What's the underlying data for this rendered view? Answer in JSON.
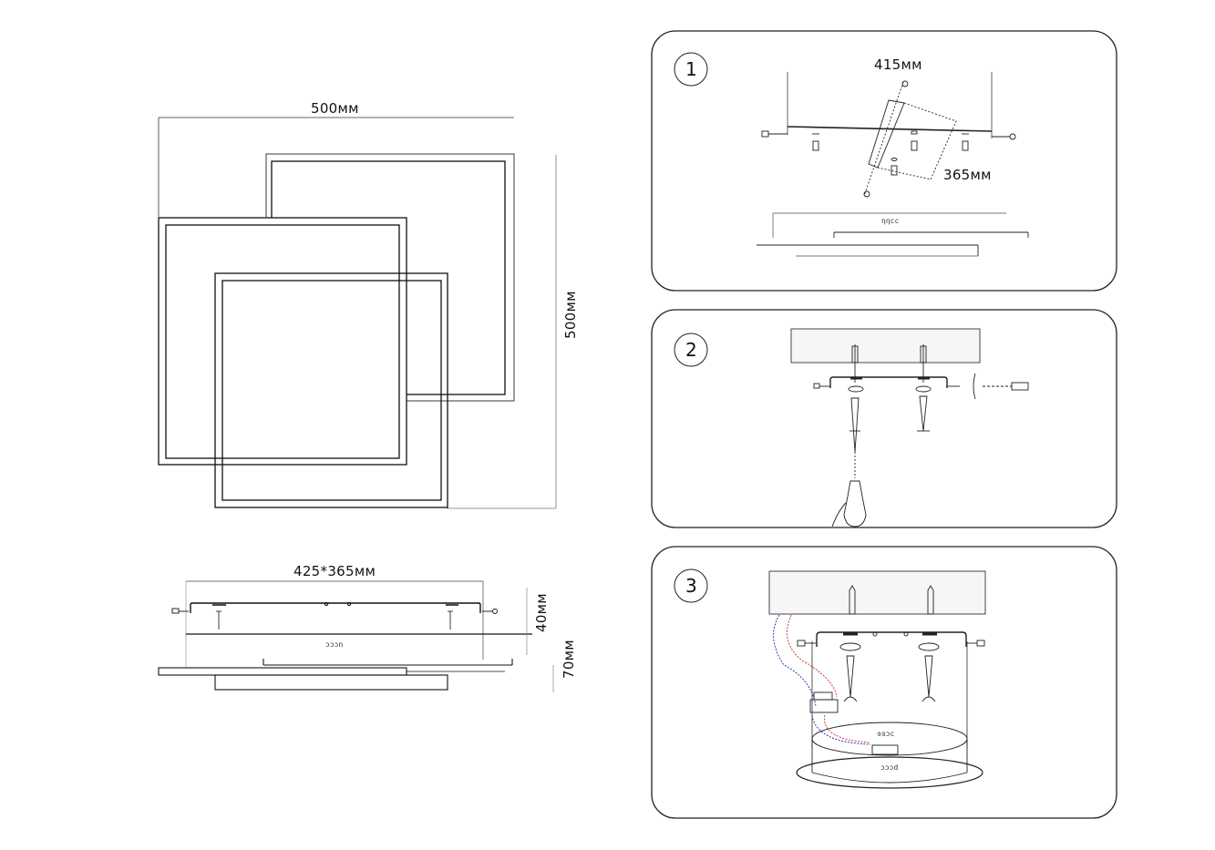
{
  "front_view": {
    "width_label": "500мм",
    "height_label": "500мм"
  },
  "side_view": {
    "plate_label": "425*365мм",
    "depth_mount_label": "40мм",
    "depth_total_label": "70мм",
    "marking": "ɔɔɔn"
  },
  "steps": [
    {
      "number": "1",
      "label_a": "415мм",
      "label_b": "365мм",
      "marking": "ηηcc"
    },
    {
      "number": "2"
    },
    {
      "number": "3",
      "marking_top": "ɞɞɔc",
      "marking_bottom": "ɔɔɔd"
    }
  ],
  "colors": {
    "line": "#111111",
    "panel_border": "#222222",
    "wire_red": "#cc2222",
    "wire_blue": "#2222aa"
  }
}
